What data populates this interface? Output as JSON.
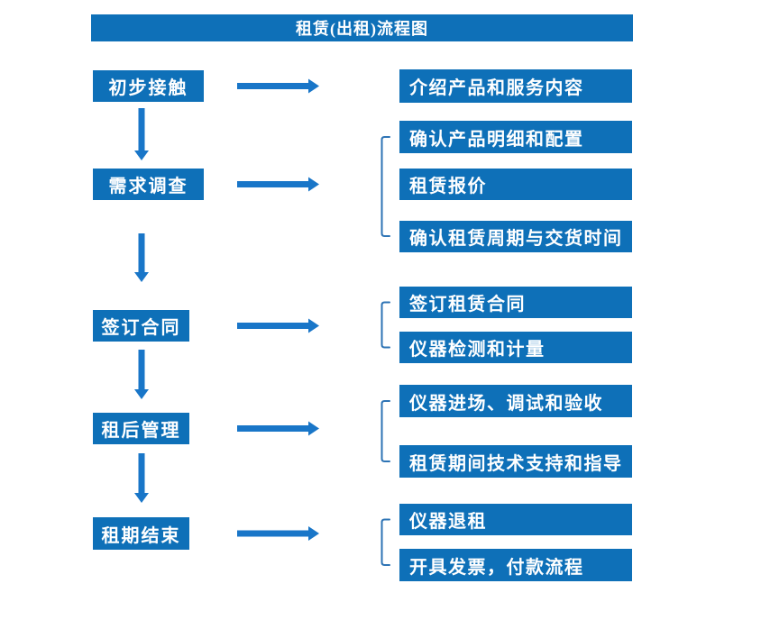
{
  "title": "租赁(出租)流程图",
  "colors": {
    "box": "#0e70b8",
    "arrow": "#1976c8",
    "bracket": "#2e74b5",
    "text": "#ffffff",
    "background": "#ffffff"
  },
  "stages": [
    {
      "label": "初步接触",
      "outputs": [
        "介绍产品和服务内容"
      ]
    },
    {
      "label": "需求调查",
      "outputs": [
        "确认产品明细和配置",
        "租赁报价",
        "确认租赁周期与交货时间"
      ]
    },
    {
      "label": "签订合同",
      "outputs": [
        "签订租赁合同",
        "仪器检测和计量"
      ]
    },
    {
      "label": "租后管理",
      "outputs": [
        "仪器进场、调试和验收",
        "租赁期间技术支持和指导"
      ]
    },
    {
      "label": "租期结束",
      "outputs": [
        "仪器退租",
        "开具发票，付款流程"
      ]
    }
  ]
}
